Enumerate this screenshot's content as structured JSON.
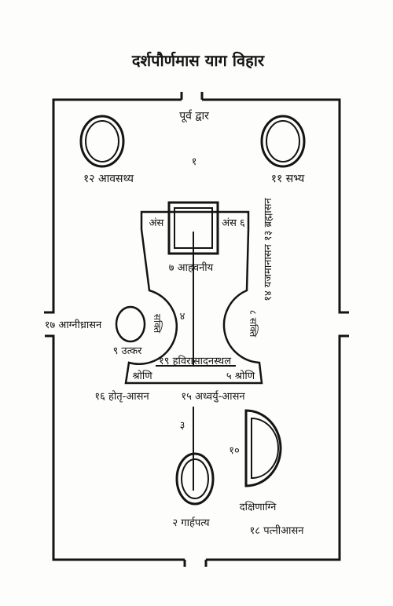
{
  "title": "दर्शपौर्णमास याग विहार",
  "labels": {
    "east_door": "पूर्व द्वार",
    "number_1": "१",
    "avasathya": "१२ आवसथ्य",
    "sabhya": "११ सभ्य",
    "yajamanasana_brahmasana": "१४ यजमानासन १३ ब्रह्मासन",
    "ansa_left": "अंस",
    "ansa_right": "अंस ६",
    "ahavaniya": "७ आहवनीय",
    "number_4": "४",
    "agnidhrasana": "१७ आग्नीध्रासन",
    "sakti_left": "सक्ति",
    "sakti_right": "८ सक्ति",
    "utkara": "९ उत्कर",
    "havirasadanasthala": "१९ हविरासादनस्थल",
    "shroni_left": "श्रोणि",
    "shroni_right": "५ श्रोणि",
    "hotr_asana": "१६ होतृ-आसन",
    "adhvaryu_asana": "१५ अध्वर्यु-आसन",
    "number_3": "३",
    "number_10": "१०",
    "garhapatya": "२ गार्हपत्य",
    "dakshinagni": "दक्षिणाग्नि",
    "patni_asana": "१८ पत्नीआसन"
  }
}
